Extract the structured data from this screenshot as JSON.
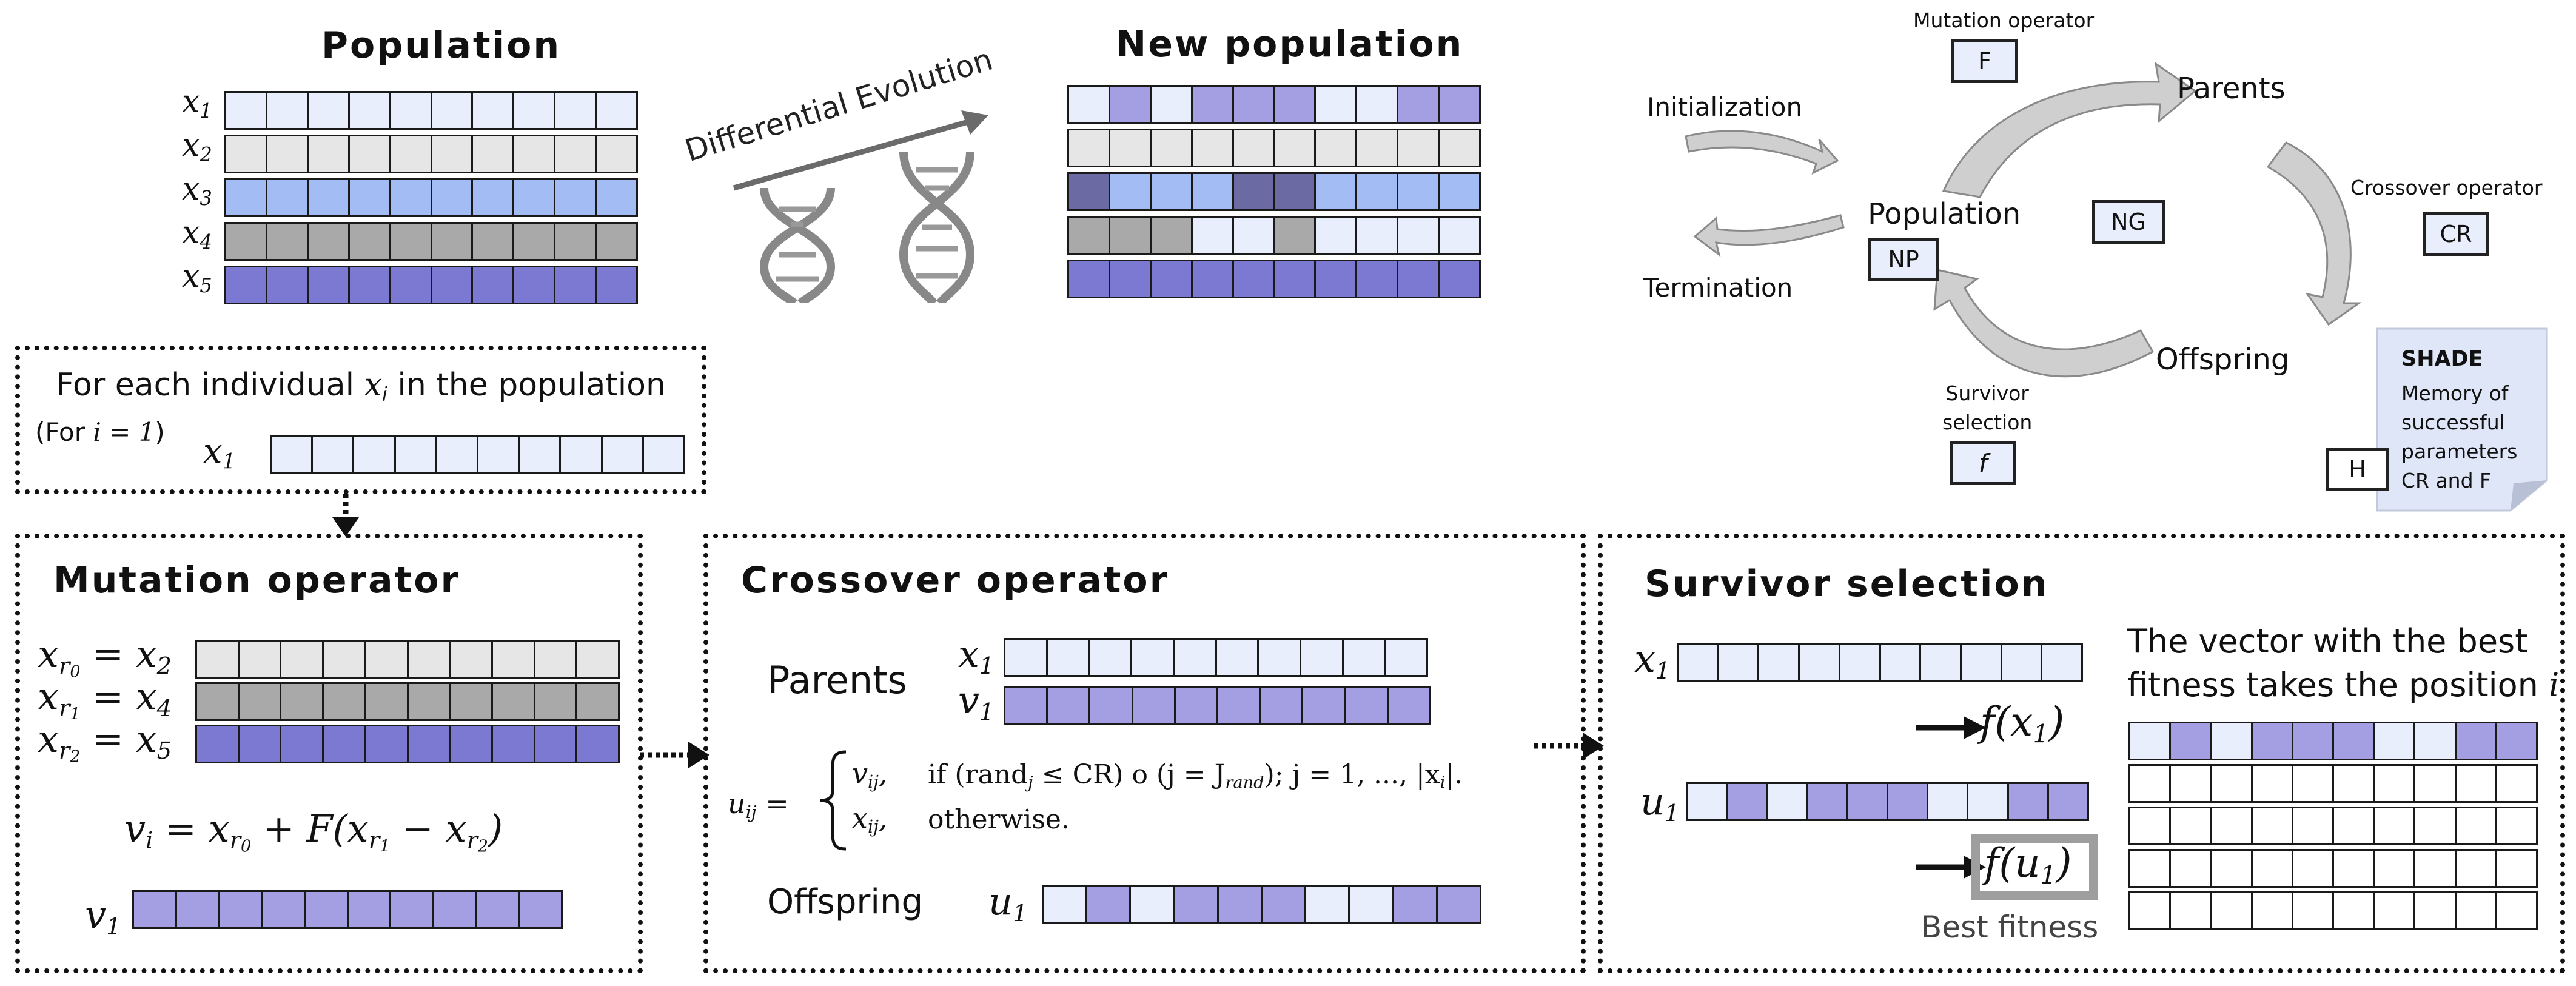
{
  "colors": {
    "pale": "#e8eefb",
    "light_gray": "#e6e6e6",
    "light_blue": "#a3bdf4",
    "gray": "#a9a9a9",
    "purple": "#7b79d2",
    "mid_purple": "#a39fe2",
    "dark_purple": "#6c6aa2",
    "cycle_arrow": "#c8c8c8",
    "note_bg": "#dfe6f7"
  },
  "population": {
    "title": "Population",
    "labels": [
      "x",
      "x",
      "x",
      "x",
      "x"
    ],
    "subs": [
      "1",
      "2",
      "3",
      "4",
      "5"
    ]
  },
  "differential_evolution": "Differential Evolution",
  "new_population": {
    "title": "New population"
  },
  "cycle": {
    "initialization": "Initialization",
    "termination": "Termination",
    "mutation_operator": "Mutation operator",
    "F": "F",
    "parents": "Parents",
    "crossover_operator": "Crossover operator",
    "CR": "CR",
    "population": "Population",
    "NP": "NP",
    "NG": "NG",
    "offspring": "Offspring",
    "survivor_selection_l1": "Survivor",
    "survivor_selection_l2": "selection",
    "f": "f",
    "shade_title": "SHADE",
    "shade_l1": "Memory of",
    "shade_l2": "successful",
    "shade_l3": "parameters",
    "shade_l4": "CR and F",
    "H": "H"
  },
  "for_each": {
    "text_pre": "For each individual ",
    "var": "x",
    "var_sub": "i",
    "text_post": " in the population",
    "for_i_pre": "(For ",
    "for_i_math": "i = 1",
    "for_i_post": ")",
    "x1": "x",
    "x1_sub": "1"
  },
  "mutation": {
    "title": "Mutation operator",
    "eq1_lhs": "x",
    "eq1_lhs_sub": "r",
    "eq1_lhs_subsub": "0",
    "eq1_rhs": "= x",
    "eq1_rhs_sub": "2",
    "eq2_lhs_subsub": "1",
    "eq2_rhs_sub": "4",
    "eq3_lhs_subsub": "2",
    "eq3_rhs_sub": "5",
    "formula": "v",
    "formula_sub": "i",
    "formula_rest_a": " = x",
    "formula_rest_b": " + F(x",
    "formula_rest_c": " − x",
    "formula_rest_d": ")",
    "v1": "v",
    "v1_sub": "1"
  },
  "crossover": {
    "title": "Crossover operator",
    "parents": "Parents",
    "x1": "x",
    "x1_sub": "1",
    "v1": "v",
    "v1_sub": "1",
    "u_lhs": "u",
    "u_lhs_sub": "ij",
    "case1_val": "v",
    "case1_sub": "ij",
    "case1_cond": "if (rand",
    "case1_cond_sub": "j",
    "case1_cond_rest": " ≤ CR) o (j = J",
    "case1_cond_sub2": "rand",
    "case1_cond_end": "); j = 1, ..., |x",
    "case1_cond_sub3": "i",
    "case1_cond_fin": "|.",
    "case2_val": "x",
    "case2_sub": "ij",
    "case2_cond": "otherwise.",
    "offspring": "Offspring",
    "u1": "u",
    "u1_sub": "1"
  },
  "survivor": {
    "title": "Survivor selection",
    "x1": "x",
    "x1_sub": "1",
    "fx1": "f(x",
    "fx1_sub": "1",
    "fx1_end": ")",
    "u1": "u",
    "u1_sub": "1",
    "fu1": "f(u",
    "fu1_sub": "1",
    "fu1_end": ")",
    "best_fitness": "Best fitness",
    "desc_l1": "The vector with the best",
    "desc_l2": "fitness takes the position ",
    "desc_var": "i"
  }
}
